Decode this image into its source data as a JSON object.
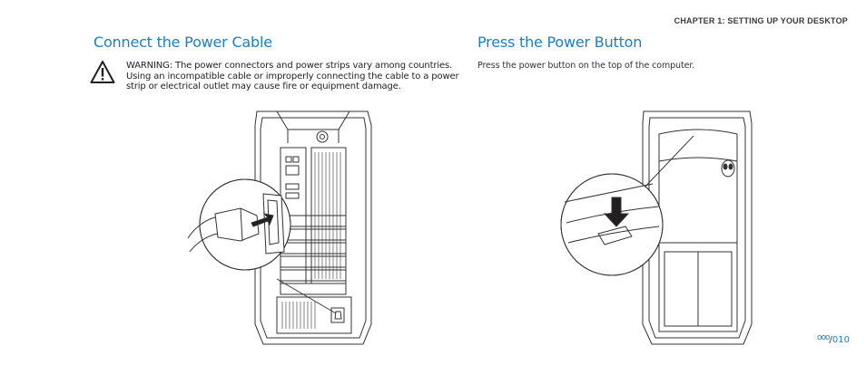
{
  "header": {
    "chapter": "CHAPTER 1: SETTING UP YOUR DESKTOP"
  },
  "left": {
    "title": "Connect the Power Cable",
    "warning_icon": "warning-triangle-icon",
    "warning": "WARNING: The power connectors and power strips vary among countries. Using an incompatible cable or improperly connecting the cable to a power strip or electrical outlet may cause fire or equipment damage."
  },
  "right": {
    "title": "Press the Power Button",
    "body": "Press the power button on the top of the computer."
  },
  "footer": {
    "page_glyph": "ooo",
    "slash": "/",
    "page_number": "010"
  },
  "colors": {
    "heading": "#1d7fc3",
    "text": "#231f20",
    "line_art": "#333333"
  }
}
